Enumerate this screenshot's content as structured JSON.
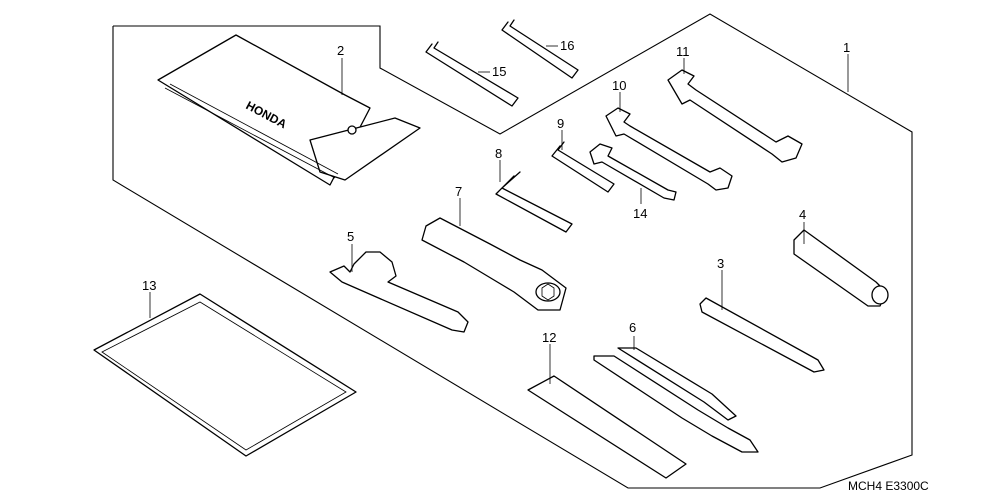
{
  "diagram": {
    "callouts": {
      "c1": "1",
      "c2": "2",
      "c3": "3",
      "c4": "4",
      "c5": "5",
      "c6": "6",
      "c7": "7",
      "c8": "8",
      "c9": "9",
      "c10": "10",
      "c11": "11",
      "c12": "12",
      "c13": "13",
      "c14": "14",
      "c15": "15",
      "c16": "16"
    },
    "pouch_brand": "HONDA",
    "drawing_code": "MCH4  E3300C",
    "line_color": "#000000",
    "background": "#ffffff"
  }
}
